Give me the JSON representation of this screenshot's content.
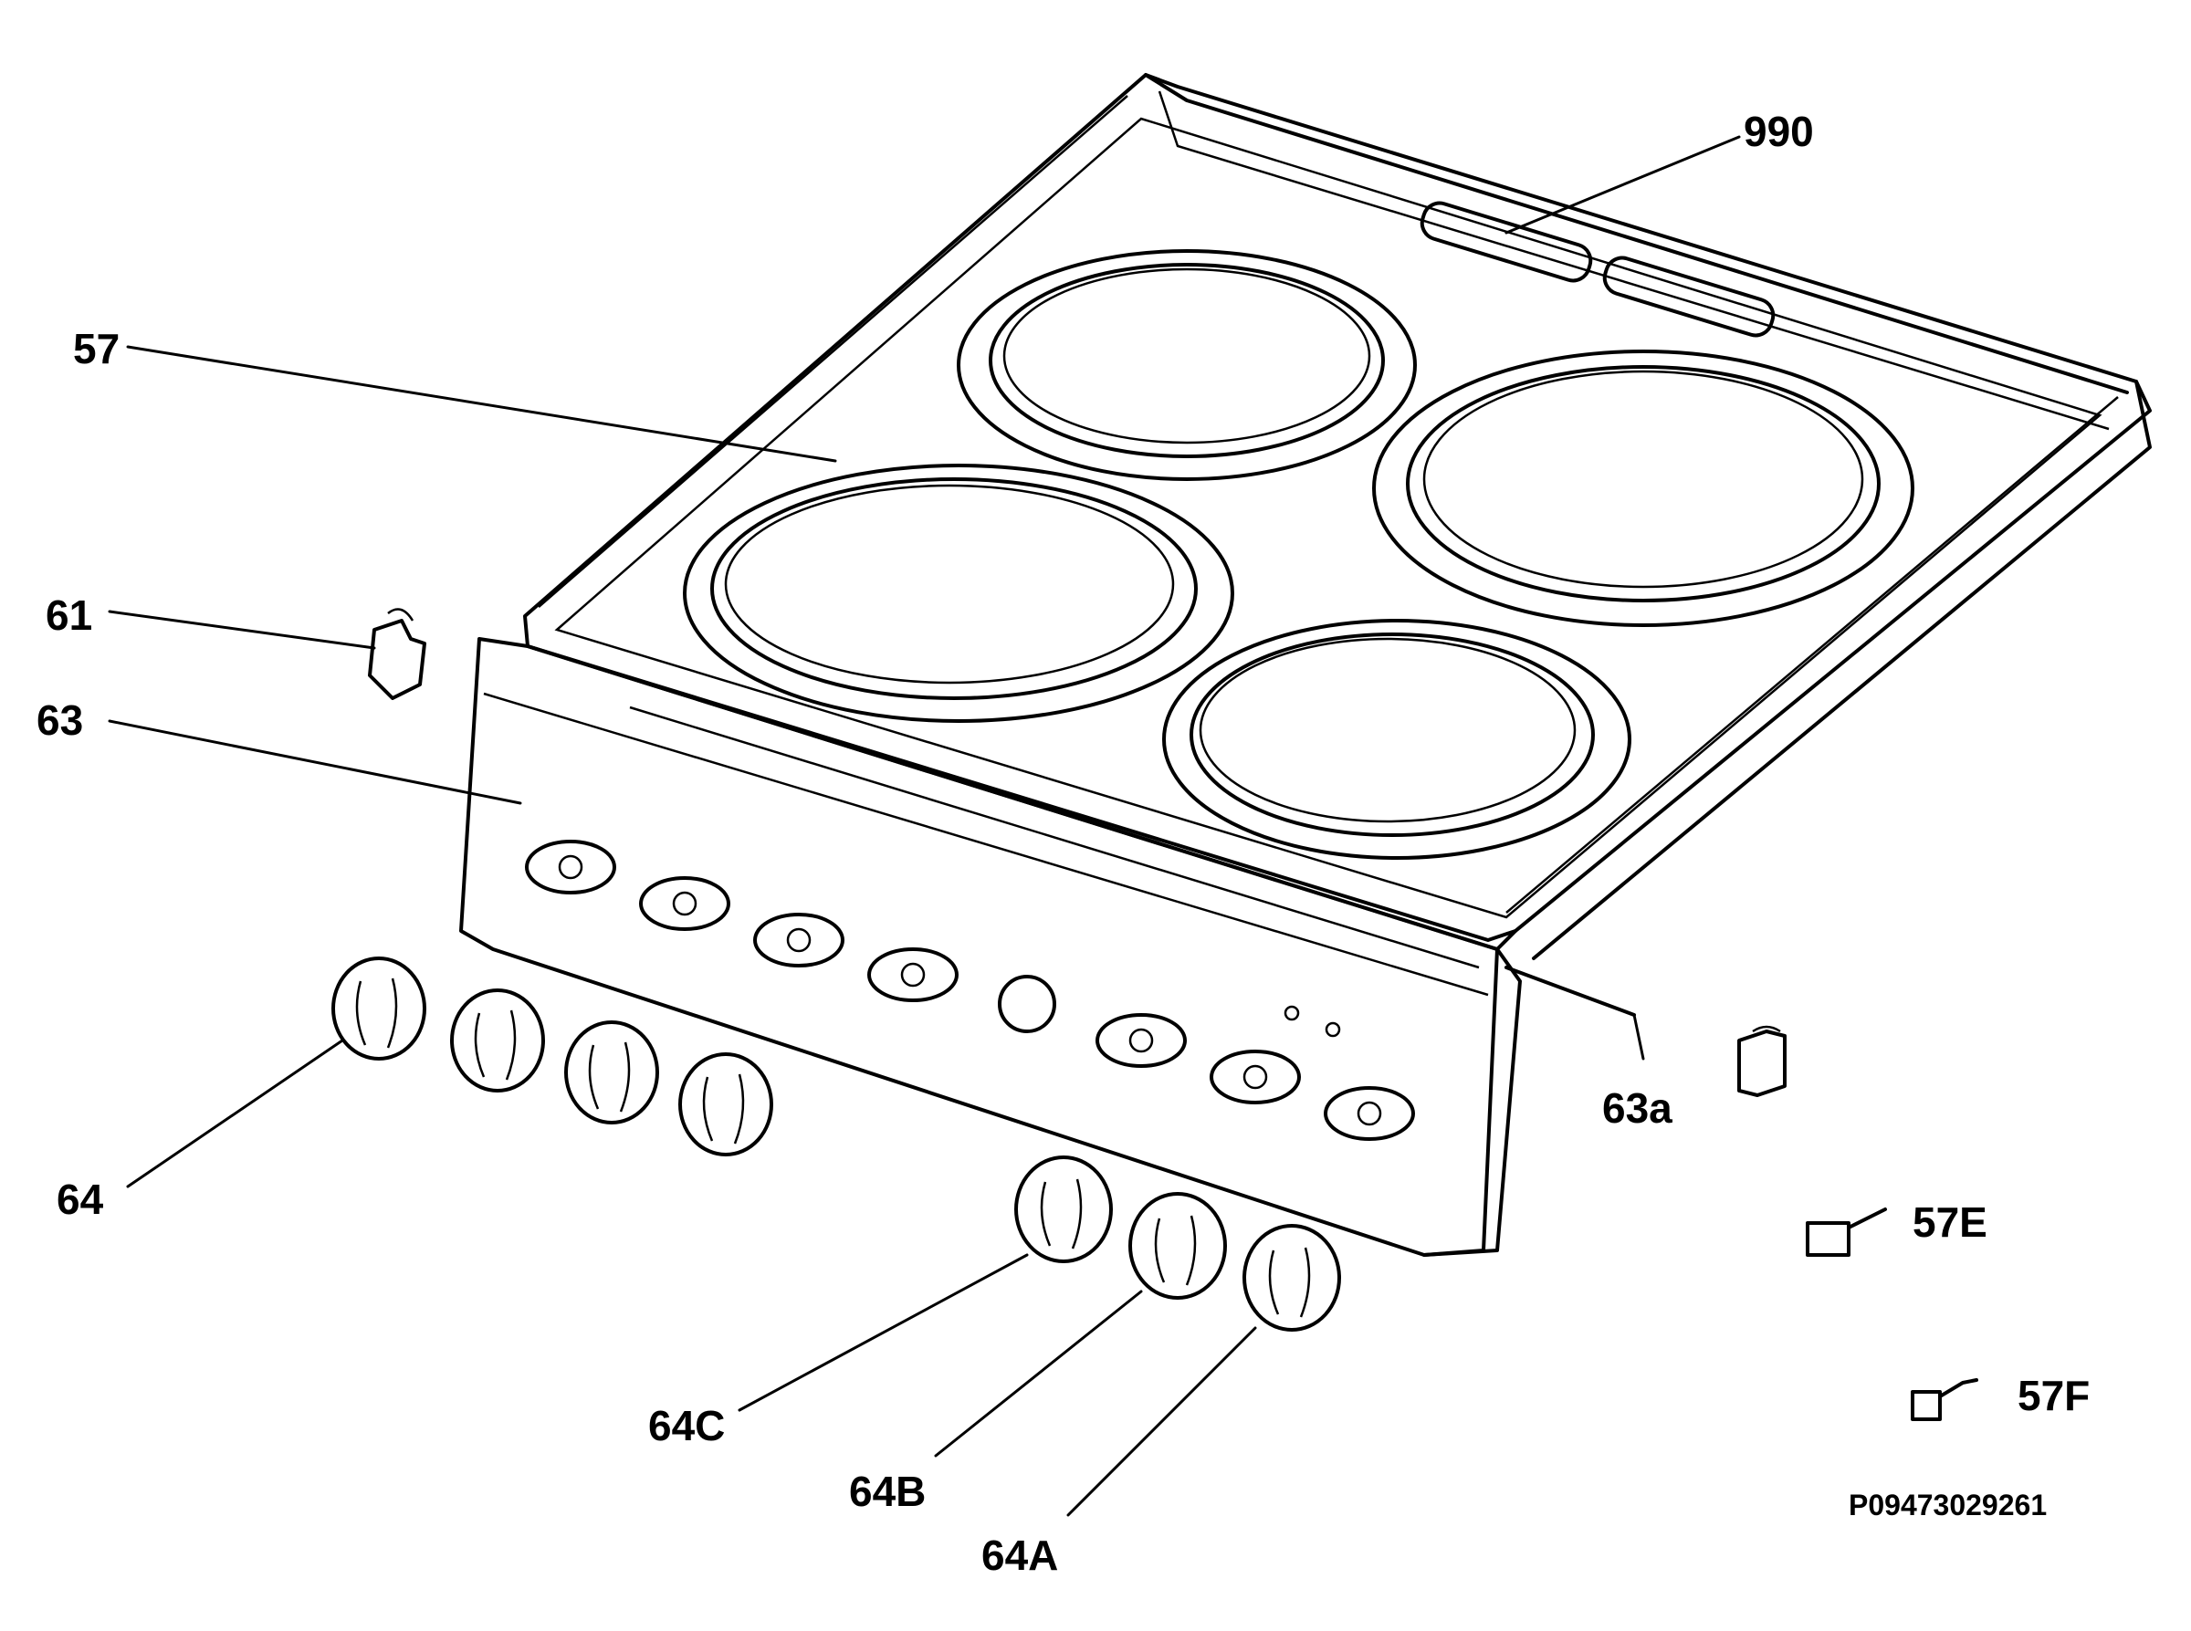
{
  "labels": {
    "p990": "990",
    "p57": "57",
    "p61": "61",
    "p63": "63",
    "p63a": "63a",
    "p64": "64",
    "p64C": "64C",
    "p64B": "64B",
    "p64A": "64A",
    "p57E": "57E",
    "p57F": "57F"
  },
  "drawing_code": "P09473029261"
}
